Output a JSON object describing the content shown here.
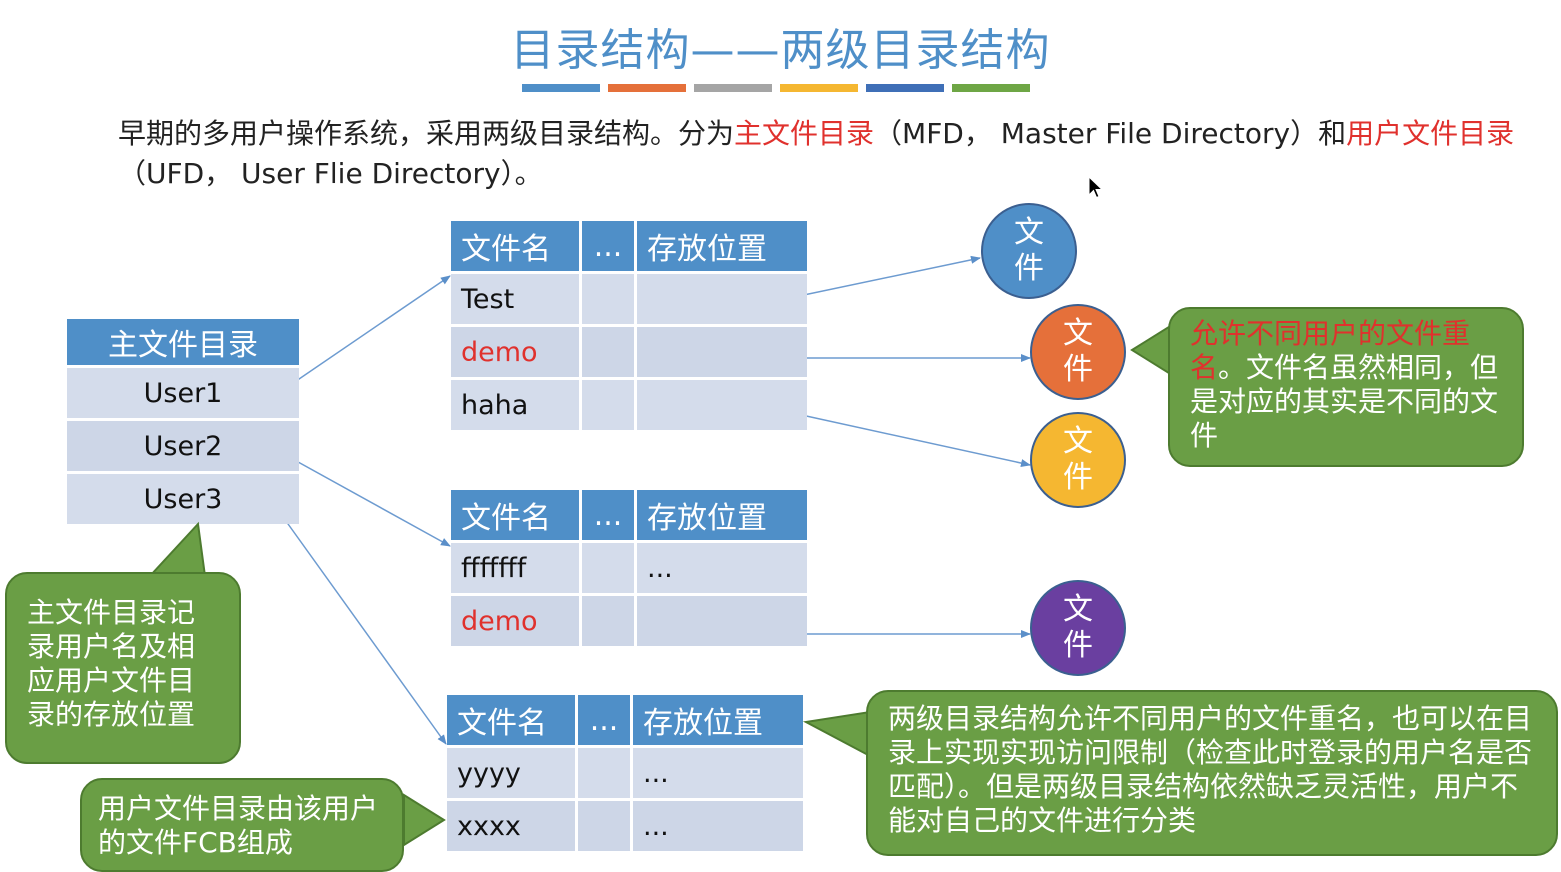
{
  "title": "目录结构——两级目录结构",
  "colors": {
    "title": "#4f8fc8",
    "header": "#4f8fc8",
    "cell": "#d4dceb",
    "callout": "#6a9e45",
    "bar_colors": [
      "#4f8fc8",
      "#e5703a",
      "#a5a5a5",
      "#f5b731",
      "#3f6fb7",
      "#6ea645"
    ],
    "circle_colors": [
      "#4f8fc8",
      "#e5703a",
      "#f5b731",
      "#6a3fa0"
    ]
  },
  "intro": {
    "part1": "早期的多用户操作系统，采用两级目录结构。分为",
    "mfd_term": "主文件目录",
    "part2": "（MFD， Master File Directory）和",
    "ufd_term": "用户文件目录",
    "part3": "（UFD， User Flie Directory）。"
  },
  "mfd": {
    "header": "主文件目录",
    "users": [
      "User1",
      "User2",
      "User3"
    ]
  },
  "ufd_header": {
    "name": "文件名",
    "dots": "...",
    "location": "存放位置"
  },
  "ufd1": {
    "rows": [
      {
        "name": "Test",
        "dots": "",
        "loc": ""
      },
      {
        "name": "demo",
        "dots": "",
        "loc": ""
      },
      {
        "name": "haha",
        "dots": "",
        "loc": ""
      }
    ]
  },
  "ufd2": {
    "rows": [
      {
        "name": "fffffff",
        "dots": "",
        "loc": "..."
      },
      {
        "name": "demo",
        "dots": "",
        "loc": ""
      }
    ]
  },
  "ufd3": {
    "rows": [
      {
        "name": "yyyy",
        "dots": "",
        "loc": "..."
      },
      {
        "name": "xxxx",
        "dots": "",
        "loc": "..."
      }
    ]
  },
  "file_circle": {
    "line1": "文",
    "line2": "件"
  },
  "callouts": {
    "rename_red": "允许不同用户的文件重名",
    "rename_rest": "。文件名虽然相同，但是对应的其实是不同的文件",
    "mfd_note": "主文件目录记录用户名及相应用户文件目录的存放位置",
    "ufd_note": "用户文件目录由该用户的文件FCB组成",
    "summary": "两级目录结构允许不同用户的文件重名，也可以在目录上实现实现访问限制（检查此时登录的用户名是否匹配）。但是两级目录结构依然缺乏灵活性，用户不能对自己的文件进行分类"
  }
}
